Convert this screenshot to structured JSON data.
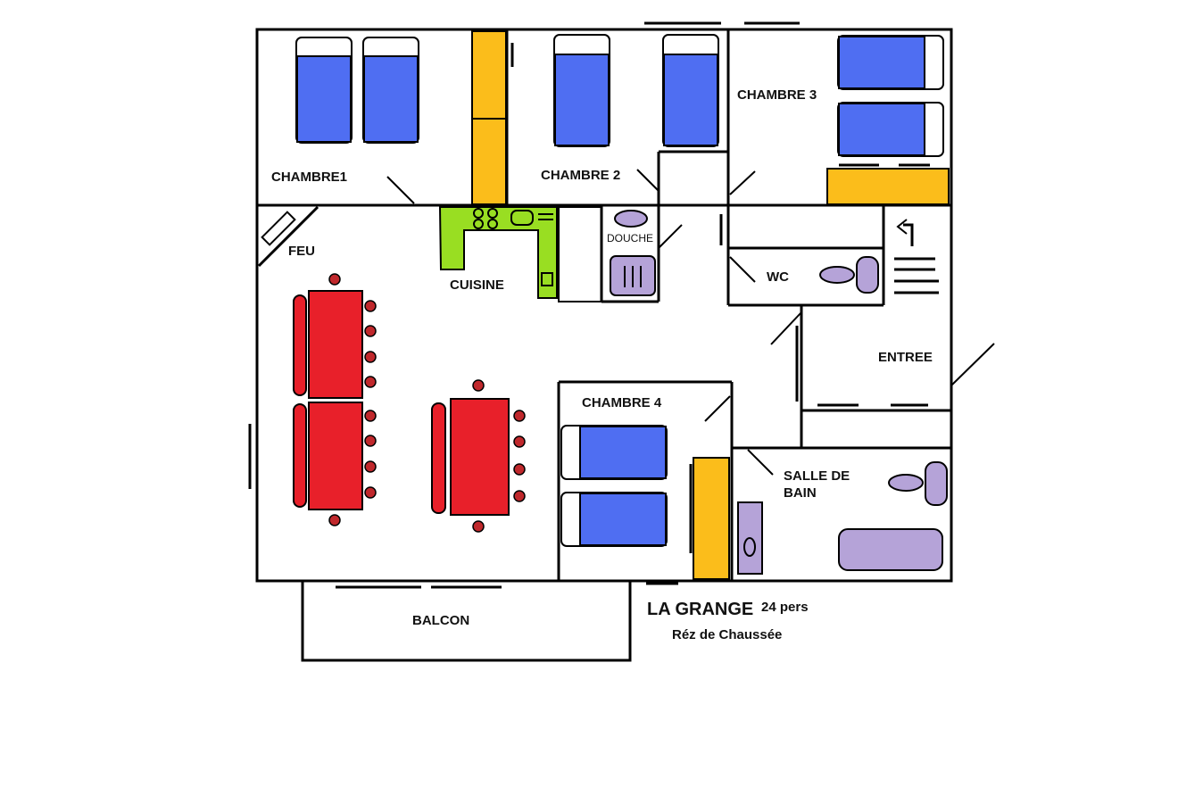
{
  "plan": {
    "rooms": {
      "chambre1": "CHAMBRE1",
      "chambre2": "CHAMBRE 2",
      "chambre3": "CHAMBRE 3",
      "chambre4": "CHAMBRE 4",
      "feu": "FEU",
      "cuisine": "CUISINE",
      "douche": "DOUCHE",
      "wc": "WC",
      "entree": "ENTREE",
      "salle_de_bain_line1": "SALLE DE",
      "salle_de_bain_line2": "BAIN",
      "balcon": "BALCON"
    },
    "title": {
      "name": "LA GRANGE",
      "capacity": "24 pers",
      "floor": "Réz de Chaussée"
    },
    "colors": {
      "bed": "#4f6ef2",
      "wardrobe": "#fbbd1b",
      "table": "#e8202a",
      "chair": "#c0282c",
      "kitchen": "#99de22",
      "fixture": "#b5a3d8",
      "wall": "#000000"
    }
  }
}
